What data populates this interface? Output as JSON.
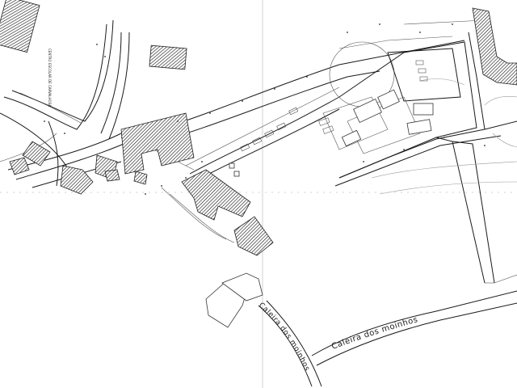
{
  "map": {
    "labels": {
      "school": "CENTRO ESCOLAR DE CARVALHOSA",
      "stream_main": "Caleira dos moinhos",
      "stream_branch": "Caleira dos moinhos"
    }
  }
}
